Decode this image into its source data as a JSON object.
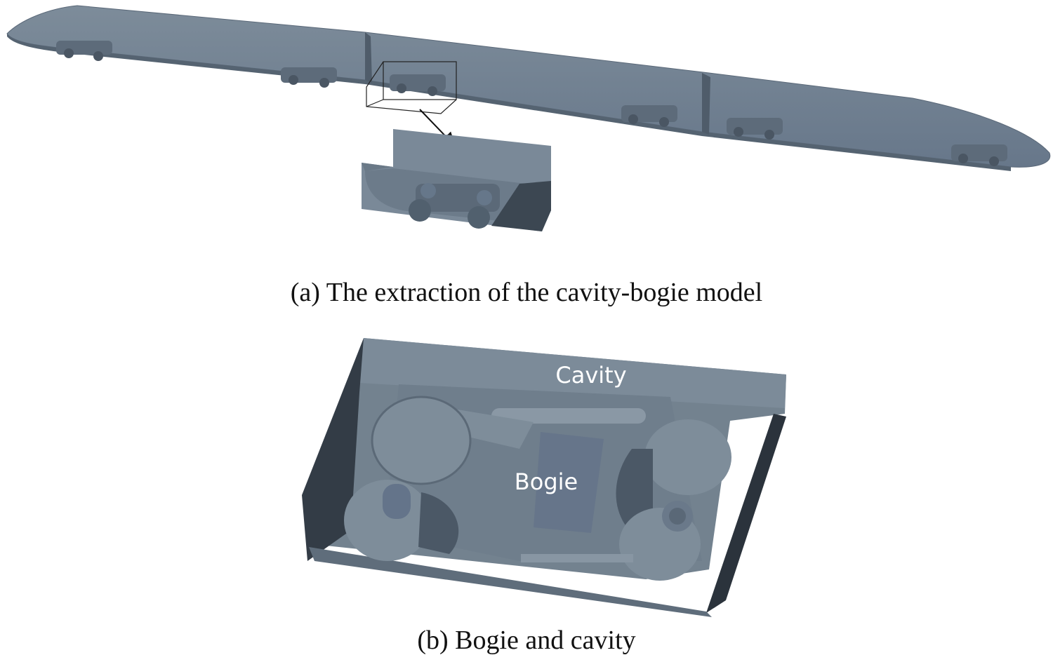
{
  "panel_a": {
    "caption": "(a) The extraction of the cavity-bogie model"
  },
  "panel_b": {
    "caption": "(b) Bogie and cavity",
    "labels": {
      "cavity": "Cavity",
      "bogie": "Bogie"
    }
  },
  "colors": {
    "body": "#6f7f8f",
    "body_light": "#8796a4",
    "body_dark": "#556371",
    "shadow": "#2e3640",
    "background": "#ffffff"
  }
}
